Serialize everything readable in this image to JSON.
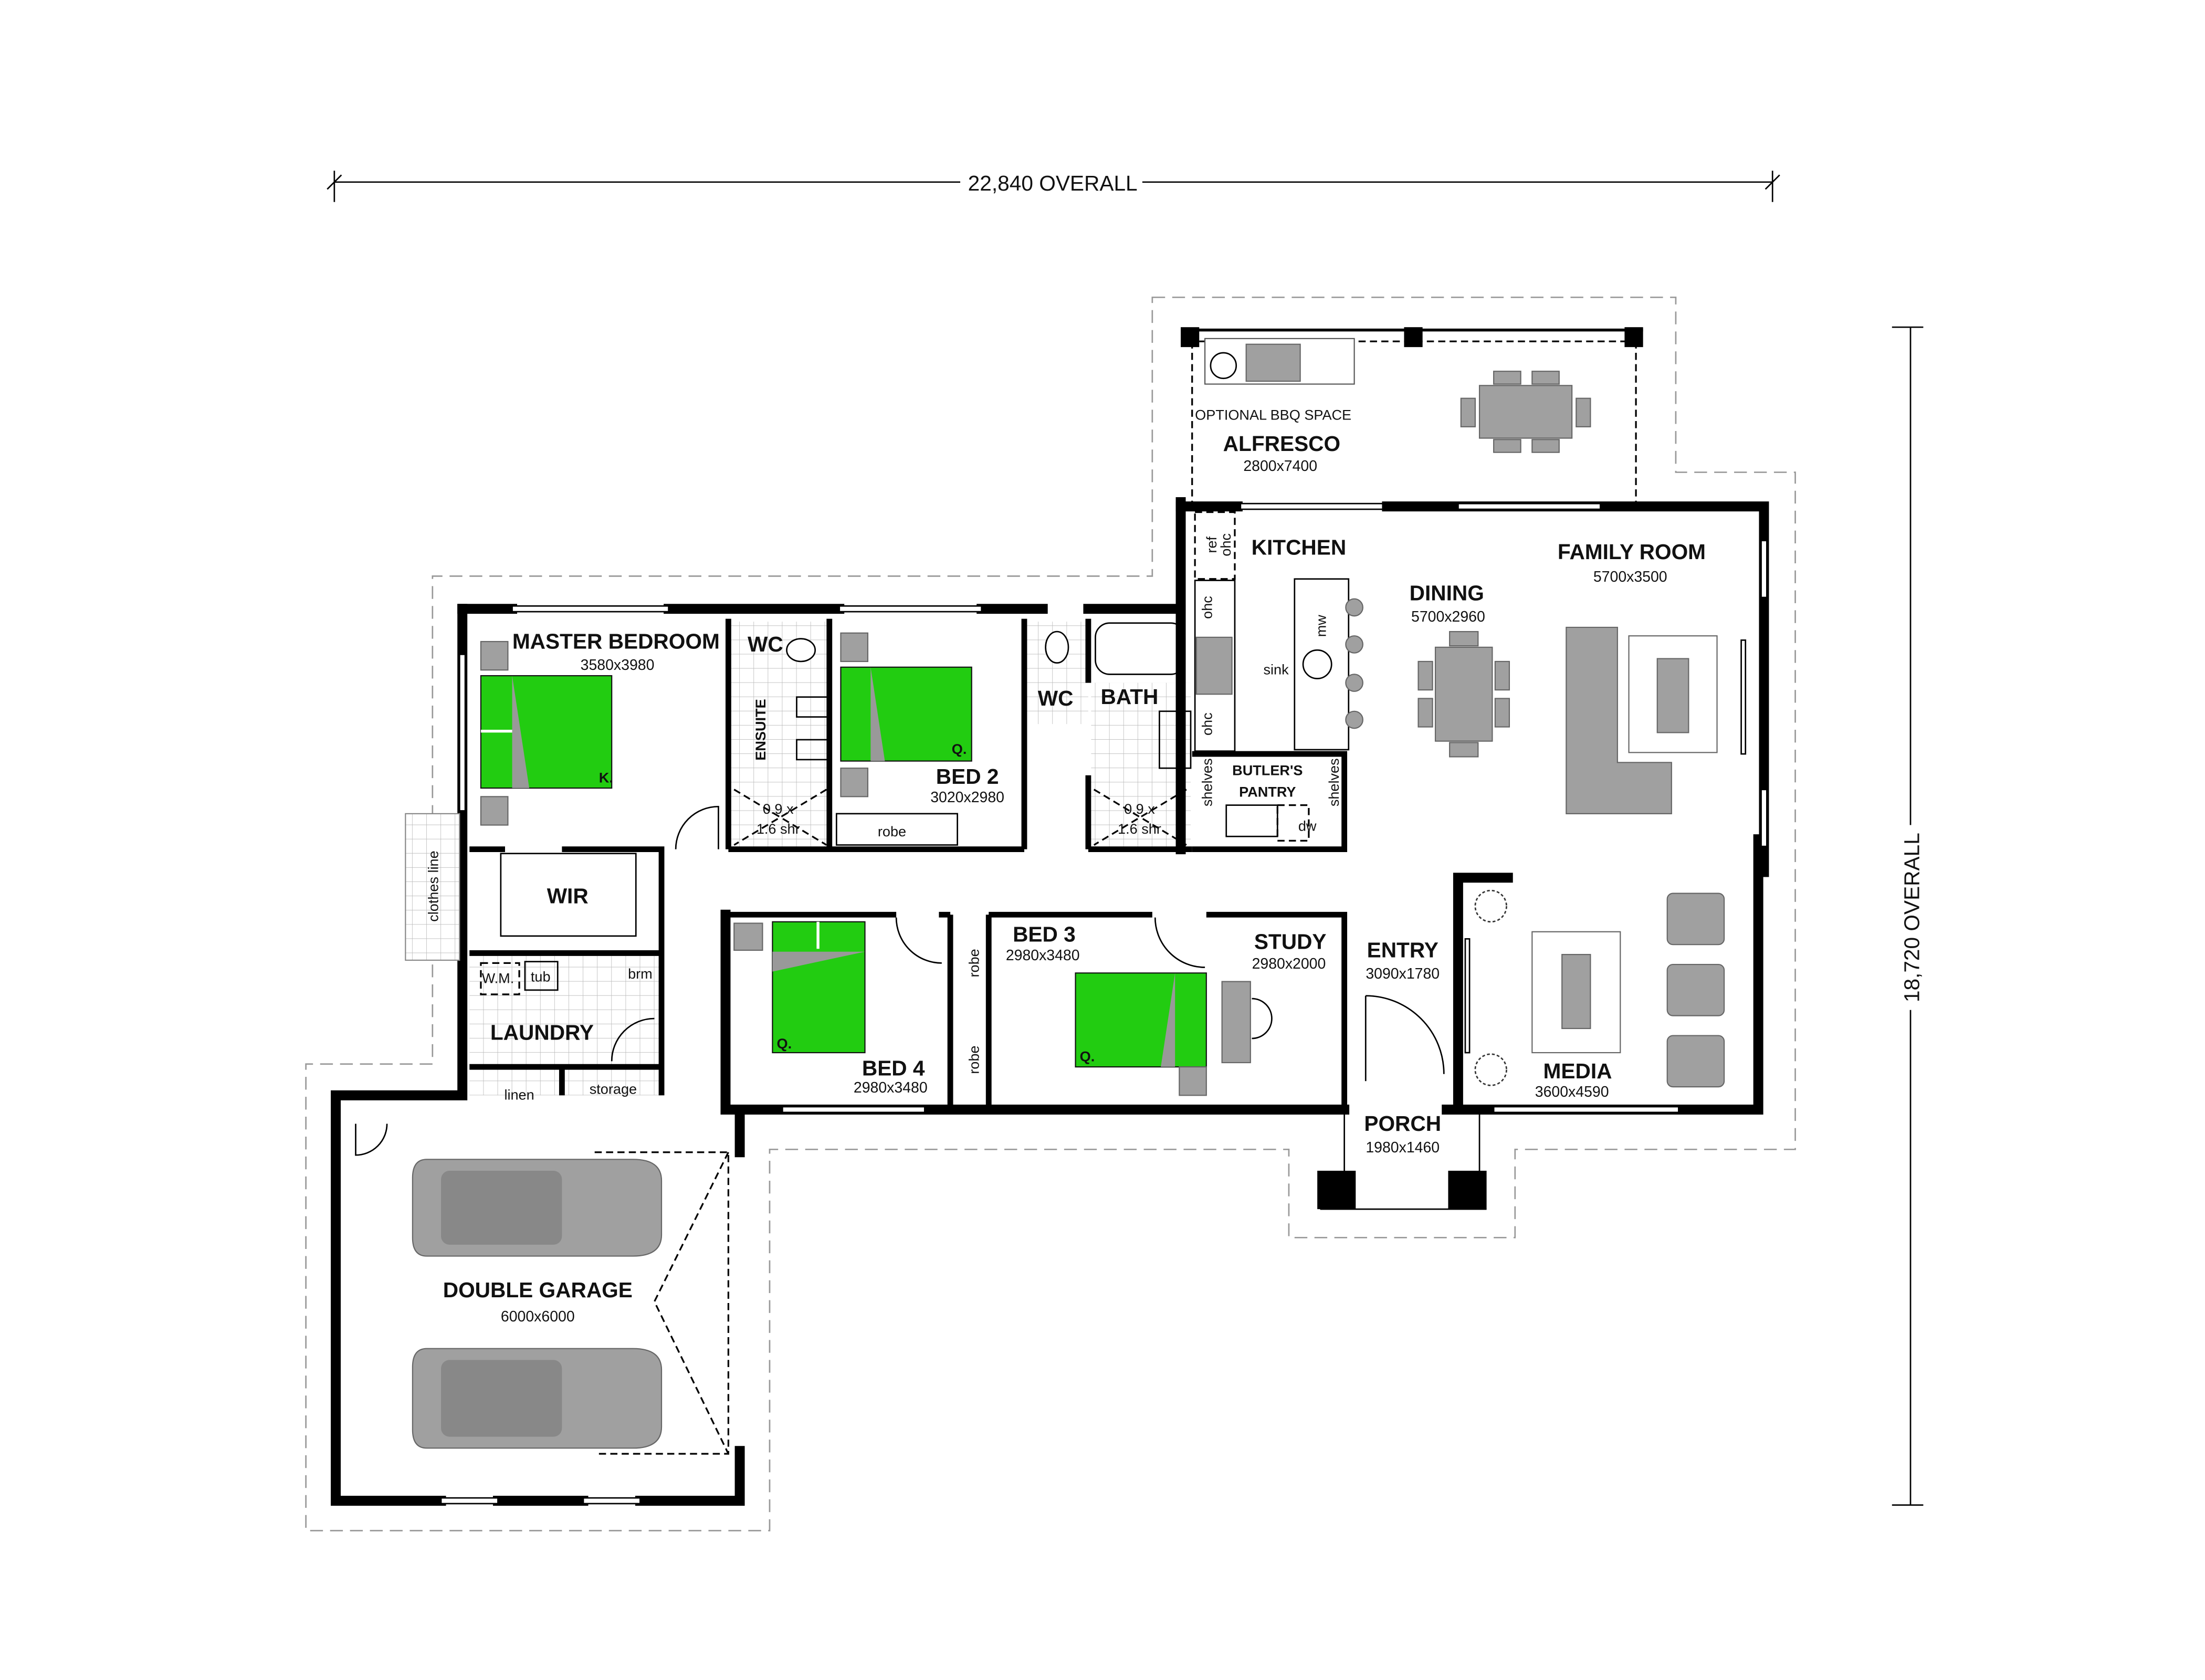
{
  "dimensions": {
    "width_overall": "22,840 OVERALL",
    "depth_overall": "18,720 OVERALL"
  },
  "rooms": {
    "alfresco": {
      "optional": "OPTIONAL BBQ SPACE",
      "label": "ALFRESCO",
      "size": "2800x7400"
    },
    "kitchen": {
      "label": "KITCHEN",
      "sink": "sink",
      "mw": "mw",
      "ref": "ref",
      "ohc": "ohc"
    },
    "dining": {
      "label": "DINING",
      "size": "5700x2960"
    },
    "family": {
      "label": "FAMILY ROOM",
      "size": "5700x3500"
    },
    "butlers": {
      "label1": "BUTLER'S",
      "label2": "PANTRY",
      "shelves": "shelves",
      "dw": "dw"
    },
    "master": {
      "label": "MASTER BEDROOM",
      "size": "3580x3980",
      "bed": "K."
    },
    "ensuite": {
      "label": "ENSUITE",
      "wc": "WC",
      "shower1": "0.9 x",
      "shower2": "1.6 shr"
    },
    "bed2": {
      "label": "BED 2",
      "size": "3020x2980",
      "bed": "Q.",
      "robe": "robe"
    },
    "bath": {
      "label": "BATH",
      "wc": "WC",
      "shower1": "0.9 x",
      "shower2": "1.6 shr"
    },
    "wir": {
      "label": "WIR"
    },
    "clothes_line": "clothes line",
    "laundry": {
      "label": "LAUNDRY",
      "wm": "W.M.",
      "tub": "tub",
      "brm": "brm",
      "linen": "linen",
      "storage": "storage"
    },
    "bed4": {
      "label": "BED 4",
      "size": "2980x3480",
      "bed": "Q."
    },
    "bed3": {
      "label": "BED 3",
      "size": "2980x3480",
      "bed": "Q.",
      "robe": "robe"
    },
    "study": {
      "label": "STUDY",
      "size": "2980x2000"
    },
    "entry": {
      "label": "ENTRY",
      "size": "3090x1780"
    },
    "media": {
      "label": "MEDIA",
      "size": "3600x4590"
    },
    "porch": {
      "label": "PORCH",
      "size": "1980x1460"
    },
    "garage": {
      "label": "DOUBLE GARAGE",
      "size": "6000x6000"
    }
  },
  "colors": {
    "bed": "#22cc11",
    "furniture": "#a0a0a0",
    "wall": "#000000"
  }
}
